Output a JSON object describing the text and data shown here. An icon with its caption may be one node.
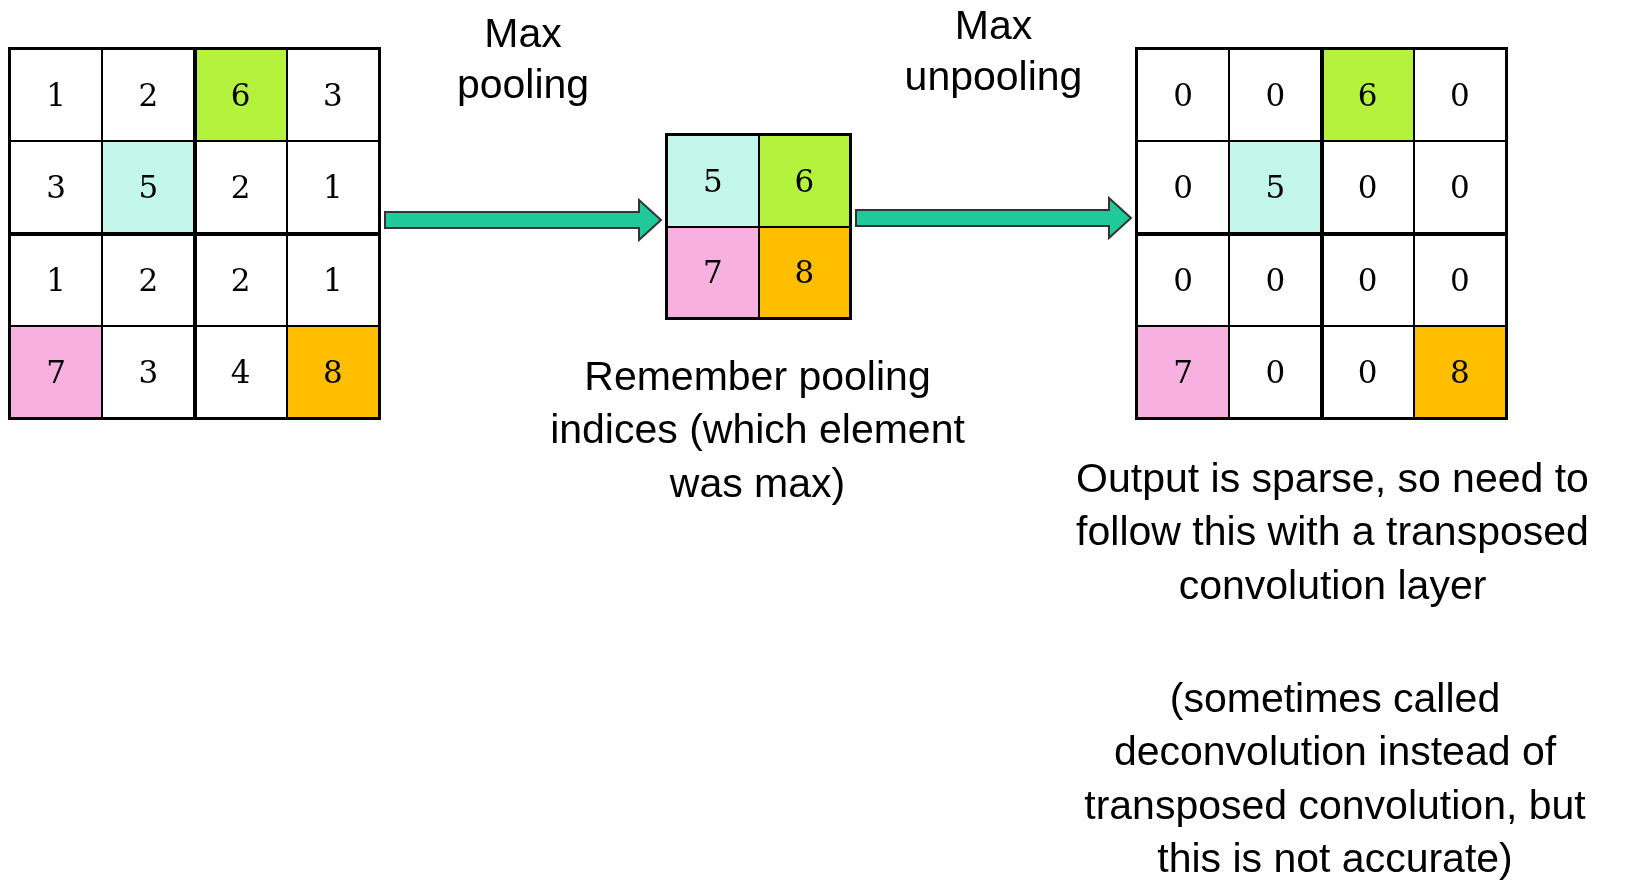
{
  "diagram": {
    "nodes": [
      {
        "text": [],
        "shape": "box"
      },
      {
        "text": [
          "1"
        ],
        "in": 0
      },
      {
        "text": [
          "2"
        ],
        "in": 0
      },
      {
        "text": [
          "6"
        ],
        "in": 0
      },
      {
        "text": [
          "3"
        ],
        "in": 0
      },
      {
        "text": [
          "3"
        ],
        "in": 0
      },
      {
        "text": [
          "5"
        ],
        "in": 0
      },
      {
        "text": [
          "2"
        ],
        "in": 0
      },
      {
        "text": [
          "1"
        ],
        "in": 0
      },
      {
        "text": [
          "1"
        ],
        "in": 0
      },
      {
        "text": [
          "2"
        ],
        "in": 0
      },
      {
        "text": [
          "2"
        ],
        "in": 0
      },
      {
        "text": [
          "1"
        ],
        "in": 0
      },
      {
        "text": [
          "7"
        ],
        "in": 0
      },
      {
        "text": [
          "3"
        ],
        "in": 0
      },
      {
        "text": [
          "4"
        ],
        "in": 0
      },
      {
        "text": [
          "8"
        ],
        "in": 0
      },
      {
        "text": [],
        "shape": "box",
        "beside": [
          "Remember pooling indices (which element was max)"
        ]
      },
      {
        "text": [
          "5"
        ],
        "in": 17
      },
      {
        "text": [
          "6"
        ],
        "in": 17
      },
      {
        "text": [
          "7"
        ],
        "in": 17
      },
      {
        "text": [
          "8"
        ],
        "in": 17
      },
      {
        "text": [],
        "shape": "box",
        "beside": [
          "Output is sparse, so need to follow this with a transposed convolution layer",
          "(sometimes called deconvolution instead of transposed convolution, but this is not accurate)"
        ]
      },
      {
        "text": [
          "0"
        ],
        "in": 22
      },
      {
        "text": [
          "0"
        ],
        "in": 22
      },
      {
        "text": [
          "6"
        ],
        "in": 22
      },
      {
        "text": [
          "0"
        ],
        "in": 22
      },
      {
        "text": [
          "0"
        ],
        "in": 22
      },
      {
        "text": [
          "5"
        ],
        "in": 22
      },
      {
        "text": [
          "0"
        ],
        "in": 22
      },
      {
        "text": [
          "0"
        ],
        "in": 22
      },
      {
        "text": [
          "0"
        ],
        "in": 22
      },
      {
        "text": [
          "0"
        ],
        "in": 22
      },
      {
        "text": [
          "0"
        ],
        "in": 22
      },
      {
        "text": [
          "0"
        ],
        "in": 22
      },
      {
        "text": [
          "7"
        ],
        "in": 22
      },
      {
        "text": [
          "0"
        ],
        "in": 22
      },
      {
        "text": [
          "0"
        ],
        "in": 22
      },
      {
        "text": [
          "8"
        ],
        "in": 22
      }
    ],
    "edges": [
      {
        "from": 0,
        "to": 17,
        "arrow": "to",
        "label": "Max pooling"
      },
      {
        "from": 17,
        "to": 22,
        "arrow": "to",
        "label": "Max unpooling"
      }
    ]
  }
}
